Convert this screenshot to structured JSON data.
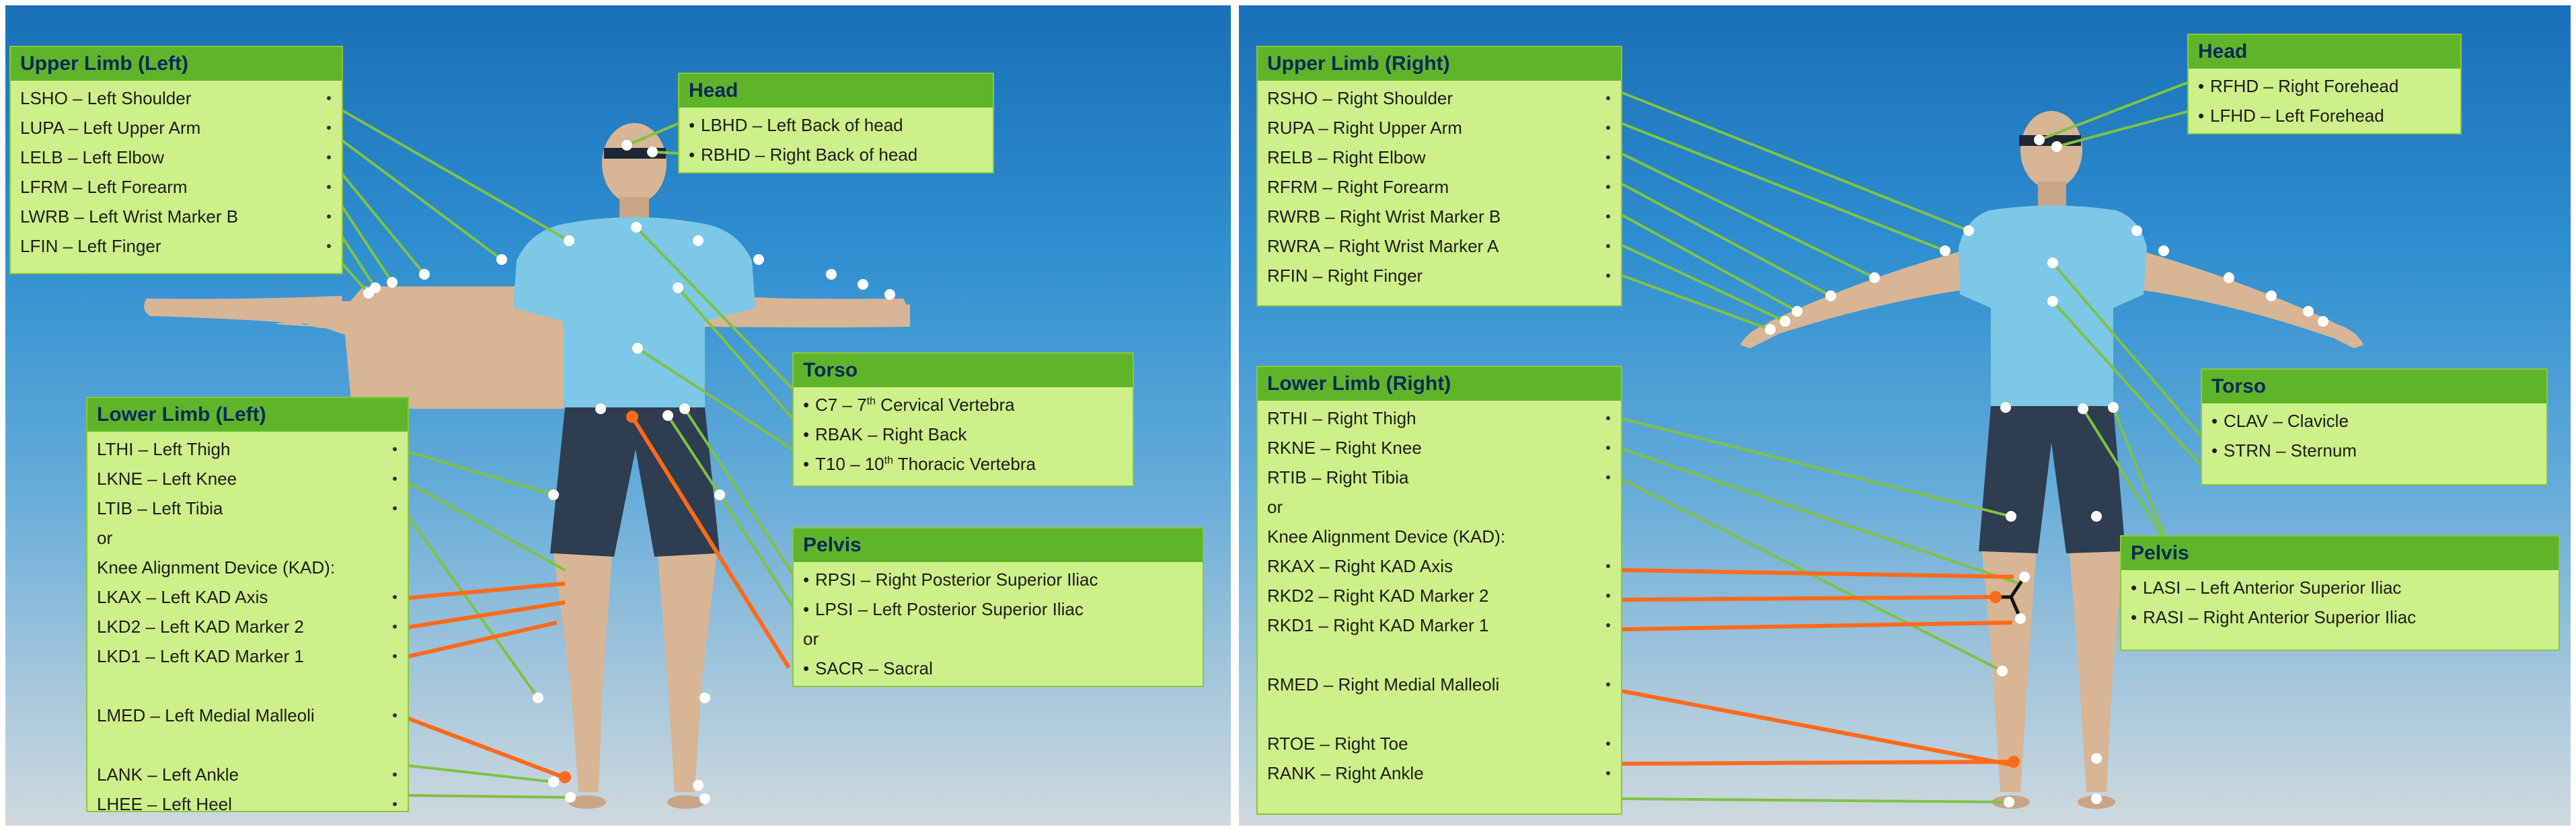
{
  "left_panel": {
    "upper_limb": {
      "title": "Upper Limb (Left)",
      "items": [
        "LSHO – Left Shoulder",
        "LUPA – Left Upper Arm",
        "LELB – Left Elbow",
        "LFRM – Left Forearm",
        "LWRB – Left Wrist Marker B",
        "LFIN – Left Finger"
      ]
    },
    "head": {
      "title": "Head",
      "items": [
        "LBHD – Left Back of head",
        "RBHD – Right Back of head"
      ]
    },
    "torso": {
      "title": "Torso",
      "c7_prefix": "C7 – 7",
      "c7_sup": "th",
      "c7_suffix": " Cervical Vertebra",
      "rbak": "RBAK – Right Back",
      "t10_prefix": "T10 – 10",
      "t10_sup": "th",
      "t10_suffix": " Thoracic Vertebra"
    },
    "lower_limb": {
      "title": "Lower Limb (Left)",
      "items": [
        "LTHI – Left Thigh",
        "LKNE – Left Knee",
        "LTIB – Left Tibia",
        "or",
        "Knee Alignment Device (KAD):",
        "LKAX – Left KAD Axis",
        "LKD2 – Left KAD Marker 2",
        "LKD1 – Left KAD Marker 1",
        "",
        "LMED – Left Medial Malleoli",
        "",
        "LANK – Left Ankle",
        "LHEE – Left Heel"
      ]
    },
    "pelvis": {
      "title": "Pelvis",
      "items": [
        "RPSI  – Right Posterior Superior Iliac",
        "LPSI  –  Left  Posterior Superior Iliac",
        "or",
        "SACR – Sacral"
      ]
    }
  },
  "right_panel": {
    "upper_limb": {
      "title": "Upper Limb (Right)",
      "items": [
        "RSHO – Right Shoulder",
        "RUPA – Right Upper Arm",
        "RELB – Right Elbow",
        "RFRM – Right Forearm",
        "RWRB – Right Wrist Marker B",
        "RWRA – Right Wrist Marker A",
        "RFIN – Right Finger"
      ]
    },
    "head": {
      "title": "Head",
      "items": [
        "RFHD – Right Forehead",
        "LFHD – Left Forehead"
      ]
    },
    "torso": {
      "title": "Torso",
      "items": [
        "CLAV – Clavicle",
        "STRN – Sternum"
      ]
    },
    "lower_limb": {
      "title": "Lower Limb (Right)",
      "items": [
        "RTHI – Right Thigh",
        "RKNE – Right Knee",
        "RTIB – Right Tibia",
        "or",
        "Knee Alignment Device (KAD):",
        "RKAX – Right KAD Axis",
        "RKD2 – Right KAD Marker 2",
        "RKD1 – Right KAD Marker 1",
        "",
        "RMED – Right Medial Malleoli",
        "",
        "RTOE – Right Toe",
        "RANK – Right Ankle"
      ]
    },
    "pelvis": {
      "title": "Pelvis",
      "items": [
        "LASI – Left Anterior Superior Iliac",
        "RASI – Right Anterior Superior Iliac"
      ]
    }
  },
  "colors": {
    "box_fill": "#cdf08a",
    "box_header": "#5fb52a",
    "title_text": "#0b2a5a",
    "leader_green": "#7fc241",
    "leader_orange": "#ff6a1a",
    "skin": "#d8b595",
    "shirt": "#7cc8e6",
    "shorts": "#2e3d4f"
  }
}
